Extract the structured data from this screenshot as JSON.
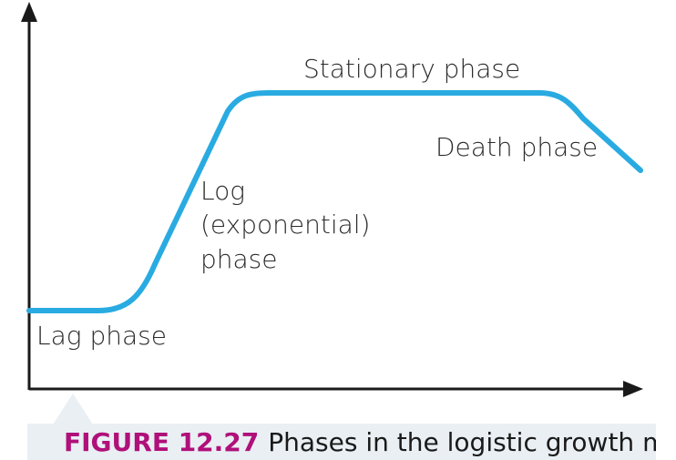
{
  "diagram": {
    "labels": {
      "stationary": "Stationary phase",
      "death": "Death phase",
      "log_line1": "Log",
      "log_line2": "(exponential)",
      "log_line3": "phase",
      "lag": "Lag phase"
    },
    "curve_color": "#29abe2",
    "axis_color": "#1a1a1a"
  },
  "caption": {
    "figure_label": "FIGURE 12.27",
    "text": "Phases in the logistic growth model"
  },
  "colors": {
    "figure_label": "#b0107a",
    "caption_background": "#e9eff3"
  }
}
